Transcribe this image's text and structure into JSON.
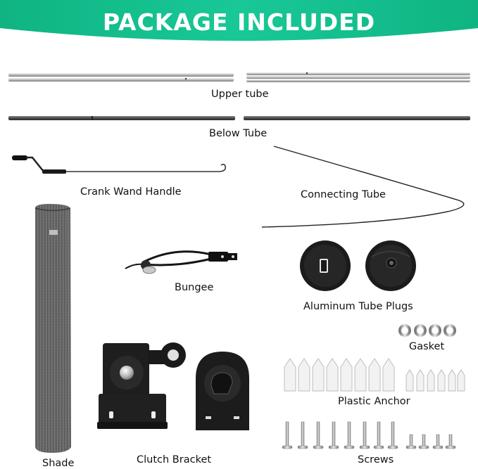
{
  "banner": {
    "title": "PACKAGE INCLUDED",
    "color": "#14c08d"
  },
  "items": {
    "upper_tube": "Upper tube",
    "below_tube": "Below Tube",
    "crank_wand_handle": "Crank Wand Handle",
    "connecting_tube": "Connecting Tube",
    "bungee": "Bungee",
    "aluminum_tube_plugs": "Aluminum Tube Plugs",
    "gasket": "Gasket",
    "plastic_anchor": "Plastic Anchor",
    "screws": "Screws",
    "shade": "Shade",
    "clutch_bracket": "Clutch Bracket"
  },
  "icons": {
    "upper_tube": "silver-pole-icon",
    "below_tube": "dark-pole-icon",
    "crank": "crank-handle-icon",
    "connecting": "curved-rod-icon",
    "bungee": "bungee-cord-icon",
    "plugs": "tube-plug-icon",
    "gasket": "washer-icon",
    "anchor": "wall-anchor-icon",
    "screws": "screw-icon",
    "shade": "rolled-fabric-icon",
    "bracket": "clutch-bracket-icon"
  }
}
